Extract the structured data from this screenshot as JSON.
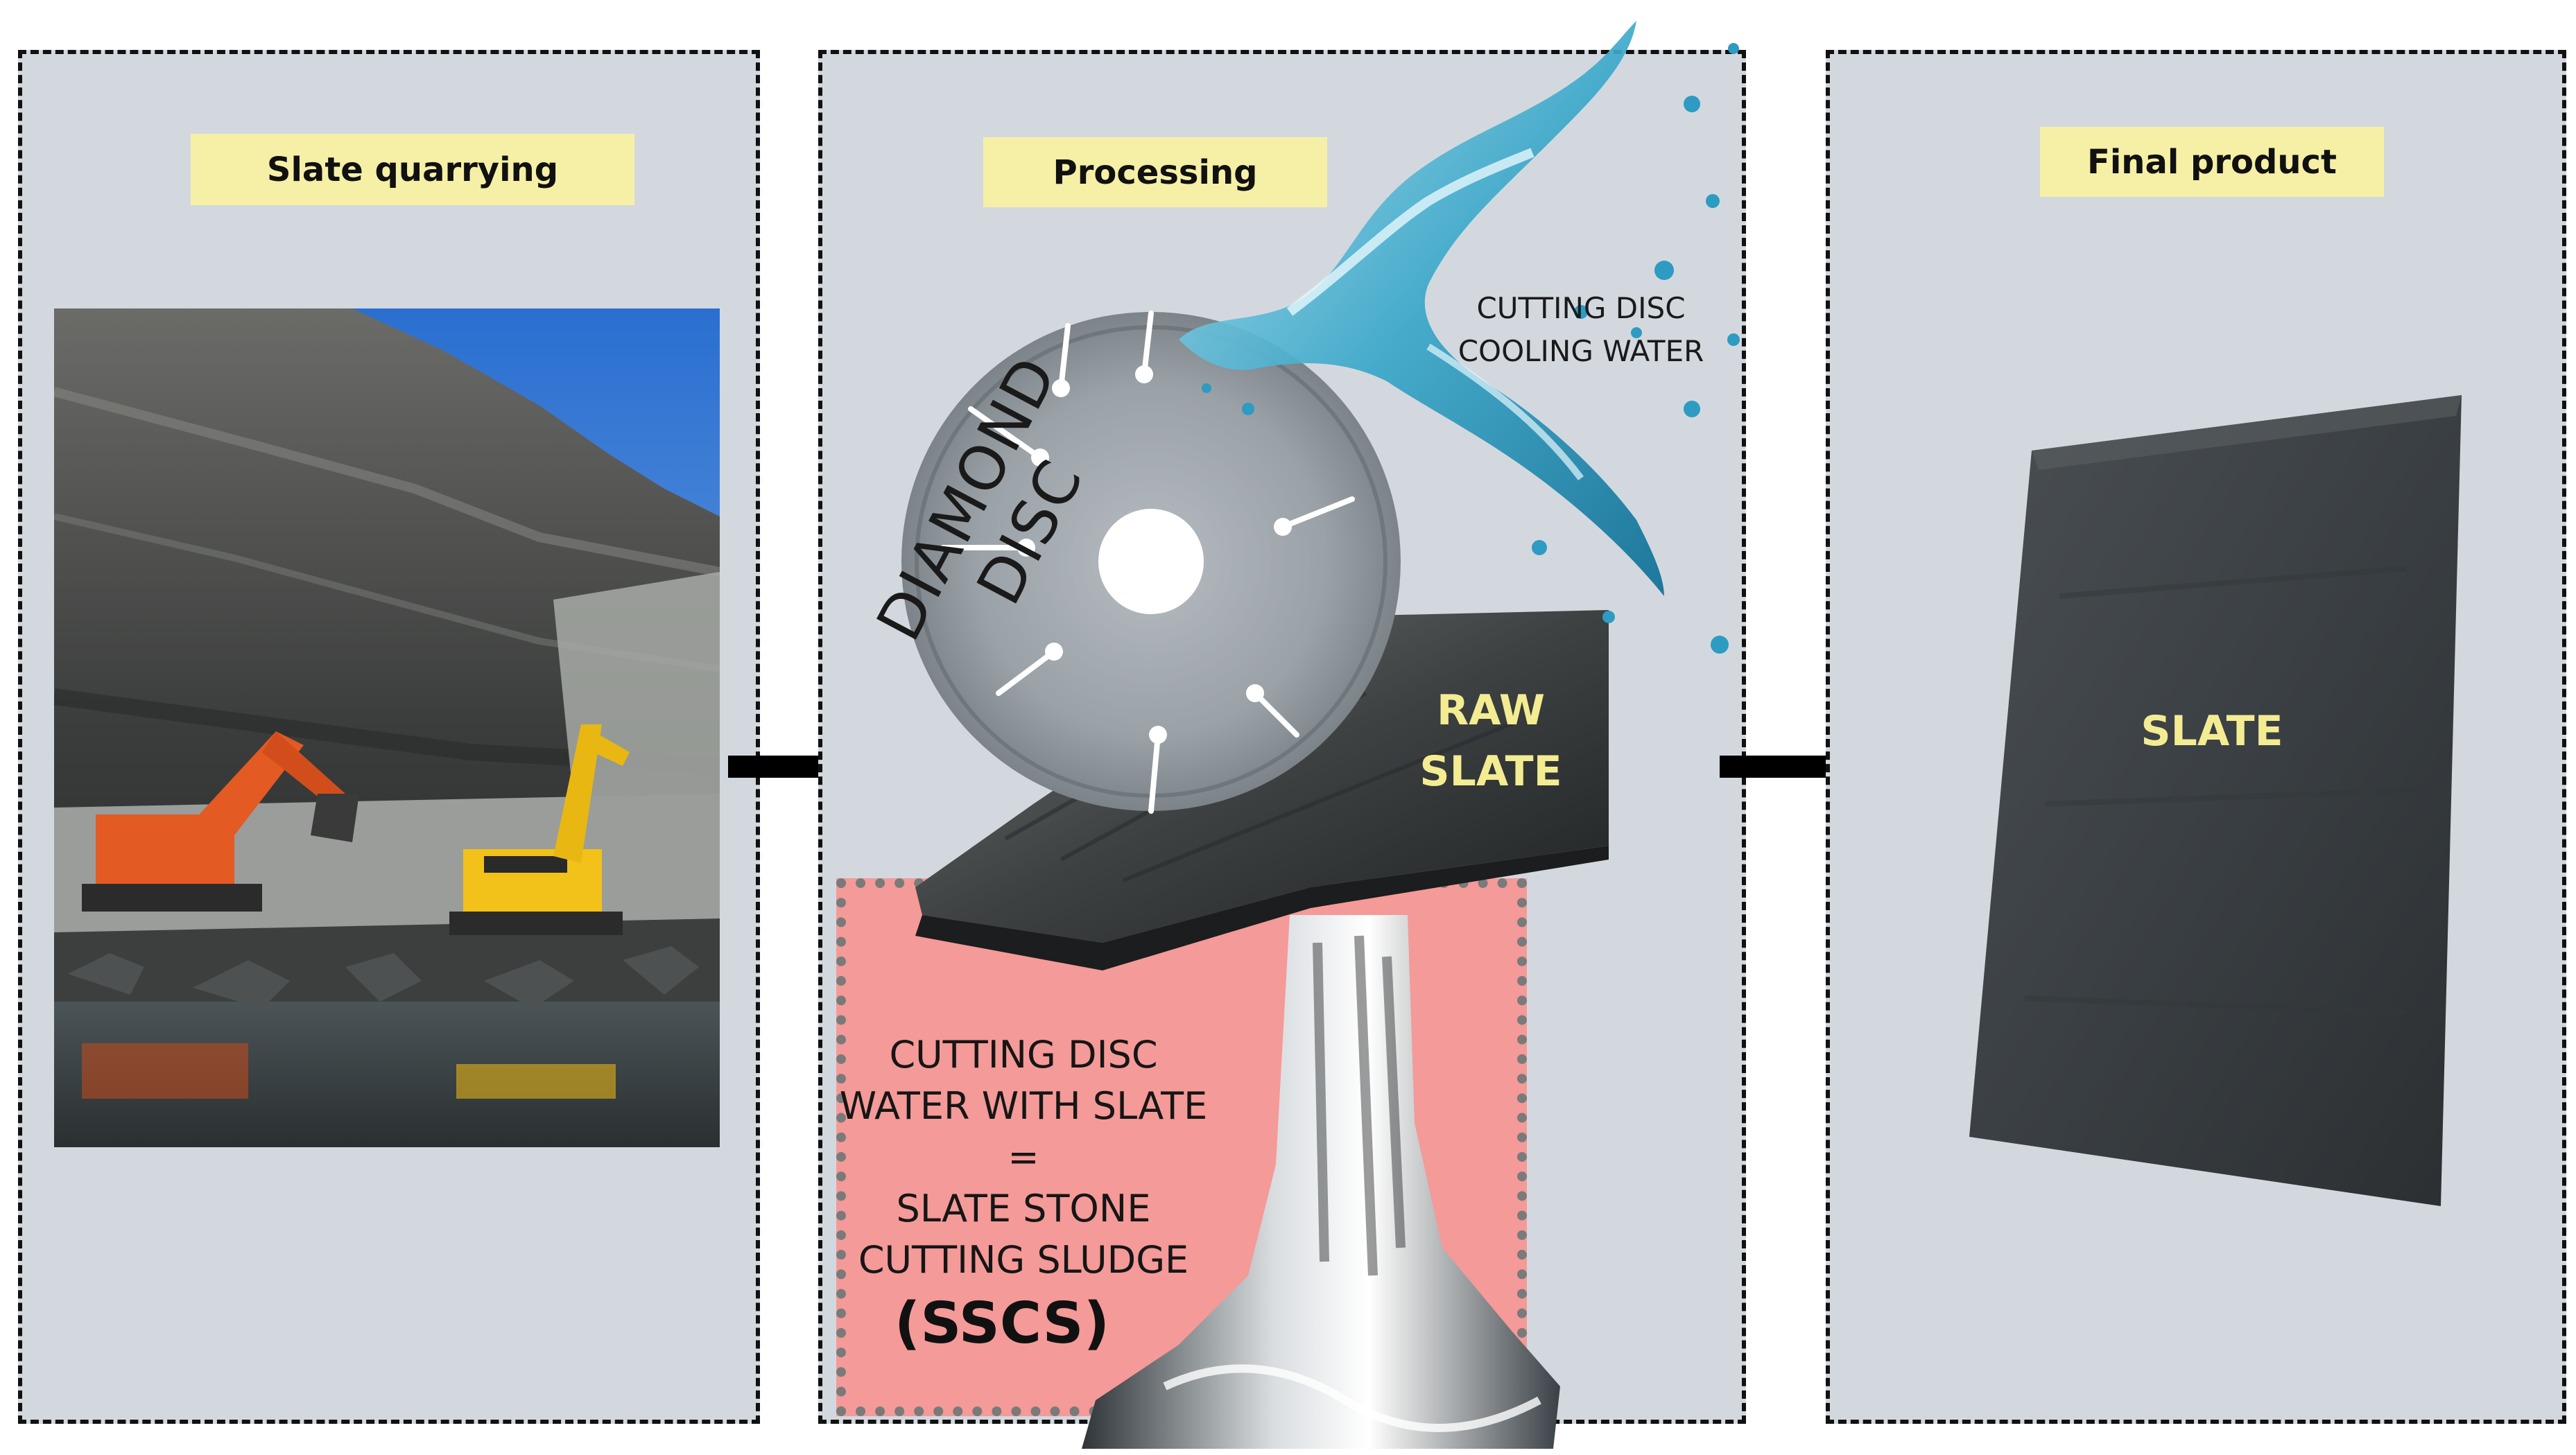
{
  "panels": {
    "quarrying": {
      "label": "Slate quarrying"
    },
    "processing": {
      "label": "Processing"
    },
    "final": {
      "label": "Final product"
    }
  },
  "processing": {
    "disc_label": "DIAMOND DISC",
    "water_label_line1": "CUTTING DISC",
    "water_label_line2": "COOLING WATER",
    "raw_slate_line1": "RAW",
    "raw_slate_line2": "SLATE",
    "sludge_lines": [
      "CUTTING DISC",
      "WATER WITH SLATE",
      "=",
      "SLATE STONE",
      "CUTTING SLUDGE"
    ],
    "sludge_abbrev": "(SSCS)"
  },
  "final": {
    "slate_label": "SLATE"
  },
  "colors": {
    "panel_bg": "#d3d8df",
    "label_bg": "#f5f0a6",
    "sludge_bg": "#f49a98",
    "label_text_yellow": "#f3ec92"
  },
  "icons": [
    "right-arrow-icon",
    "right-arrow-icon"
  ]
}
